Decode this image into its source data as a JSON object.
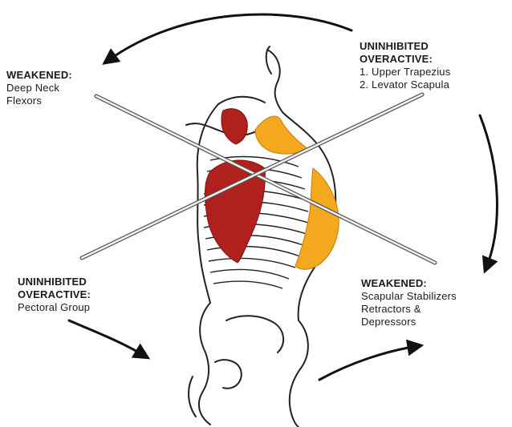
{
  "labels": {
    "top_left": {
      "heading": "WEAKENED:",
      "lines": [
        "Deep Neck",
        "Flexors"
      ]
    },
    "top_right": {
      "heading1": "UNINHIBITED",
      "heading2": "OVERACTIVE:",
      "lines": [
        "1. Upper Trapezius",
        "2. Levator Scapula"
      ]
    },
    "bottom_left": {
      "heading1": "UNINHIBITED",
      "heading2": "OVERACTIVE:",
      "lines": [
        "Pectoral Group"
      ]
    },
    "bottom_right": {
      "heading": "WEAKENED:",
      "lines": [
        "Scapular Stabilizers",
        "Retractors &",
        "Depressors"
      ]
    }
  },
  "colors": {
    "overactive_muscle": "#b0201c",
    "weakened_muscle": "#f4a81d",
    "outline": "#222222",
    "cross_line": "#555555",
    "arrow": "#111111"
  }
}
